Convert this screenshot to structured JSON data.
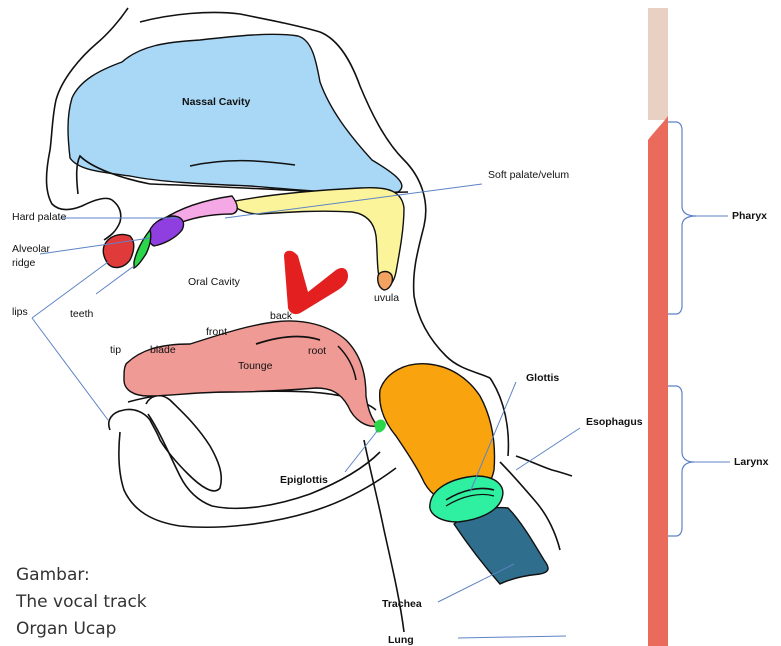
{
  "labels": {
    "nasal_cavity": "Nassal Cavity",
    "soft_palate": "Soft palate/velum",
    "hard_palate": "Hard palate",
    "alveolar_ridge": "Alveolar ridge",
    "oral_cavity": "Oral Cavity",
    "uvula": "uvula",
    "lips": "lips",
    "teeth": "teeth",
    "tip": "tip",
    "blade": "blade",
    "front": "front",
    "back": "back",
    "root": "root",
    "tongue": "Tounge",
    "glottis": "Glottis",
    "esophagus": "Esophagus",
    "epiglottis": "Epiglottis",
    "trachea": "Trachea",
    "lung": "Lung",
    "pharynx": "Pharyx",
    "larynx": "Larynx"
  },
  "caption": {
    "line1": "Gambar:",
    "line2": "The vocal track",
    "line3": "Organ Ucap"
  },
  "colors": {
    "nasal_cavity": "#a9d8f7",
    "soft_palate": "#fbf49a",
    "hard_palate": "#f5a8e6",
    "alveolar": "#8f3fe0",
    "lips": "#e03a3a",
    "teeth": "#2bd64a",
    "tongue": "#f09a96",
    "uvula": "#f2a261",
    "arrow": "#e41f1f",
    "larynx_body": "#f9a40f",
    "glottis": "#2ff0a0",
    "trachea": "#2f6f8d",
    "scale_bar": "#ea6a5c",
    "scale_top": "#e8d0c2",
    "leader": "#5d83c5"
  }
}
